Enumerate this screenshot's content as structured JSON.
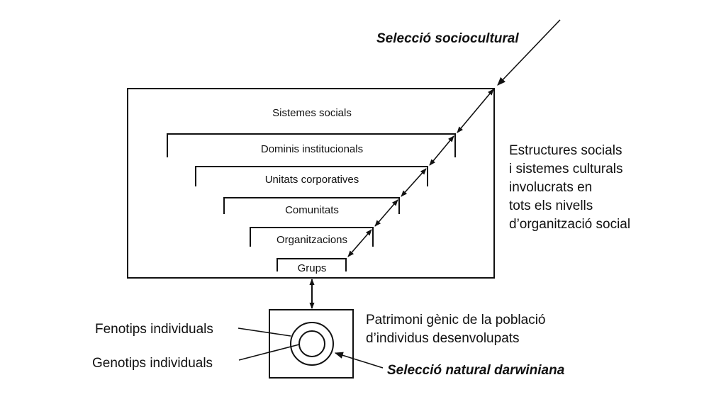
{
  "diagram": {
    "selection_sociocultural": "Selecció sociocultural",
    "main_box": {
      "title": "Sistemes socials",
      "levels": [
        {
          "label": "Dominis institucionals"
        },
        {
          "label": "Unitats corporatives"
        },
        {
          "label": "Comunitats"
        },
        {
          "label": "Organitzacions"
        },
        {
          "label": "Grups"
        }
      ]
    },
    "right_description": [
      "Estructures socials",
      "i sistemes culturals",
      "involucrats en",
      "tots els nivells",
      "d’organització social"
    ],
    "gene_pool": [
      "Patrimoni gènic de la població",
      "d’individus desenvolupats"
    ],
    "phenotypes_label": "Fenotips individuals",
    "genotypes_label": "Genotips individuals",
    "selection_natural": "Selecció natural darwiniana",
    "colors": {
      "ink": "#111111",
      "background": "#ffffff"
    }
  }
}
